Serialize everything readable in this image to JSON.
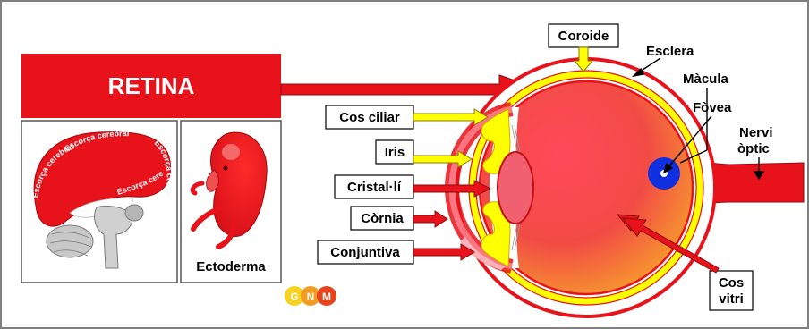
{
  "diagram": {
    "retina_label": "RETINA",
    "cortex_labels": [
      "Escorça cerebral",
      "Escorça cerebral",
      "Escorça cerebral",
      "Escorça cerebral"
    ],
    "ectoderm_label": "Ectoderma",
    "logo_letters": [
      "G",
      "N",
      "M"
    ],
    "eye_labels": {
      "coroide": "Coroide",
      "esclera": "Esclera",
      "macula": "Màcula",
      "fovea": "Fòvea",
      "nervi_1": "Nervi",
      "nervi_2": "òptic",
      "cos_ciliar": "Cos ciliar",
      "iris": "Iris",
      "cristal_li": "Cristal·lí",
      "cornia": "Còrnia",
      "conjuntiva": "Conjuntiva",
      "cos_vitri_1": "Cos",
      "cos_vitri_2": "vitri"
    },
    "colors": {
      "red": "#e8121a",
      "dark_red": "#c40f16",
      "yellow": "#ffff00",
      "blue": "#1030e0",
      "lens": "#f06070",
      "frame": "#808080",
      "logo_yellow": "#f7d21f",
      "logo_orange": "#f39c1f",
      "logo_red": "#e8421a"
    }
  }
}
